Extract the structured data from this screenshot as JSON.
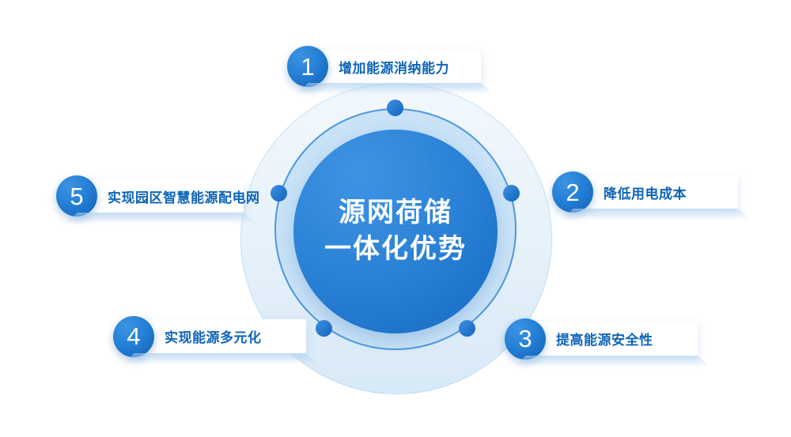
{
  "diagram": {
    "title": "源网荷储一体化优势",
    "center": {
      "line1": "源网荷储",
      "line2": "一体化优势"
    },
    "items": [
      {
        "number": "1",
        "label": "增加能源消纳能力"
      },
      {
        "number": "2",
        "label": "降低用电成本"
      },
      {
        "number": "3",
        "label": "提高能源安全性"
      },
      {
        "number": "4",
        "label": "实现能源多元化"
      },
      {
        "number": "5",
        "label": "实现园区智慧能源配电网"
      }
    ],
    "colors": {
      "core_blue_top": "#3f93e3",
      "core_blue_bottom": "#156ac2",
      "ring_stroke": "#4e97de",
      "ring_band": "#c9e2f7",
      "outer_glow": "#e8f2fa",
      "label_text": "#0e65b8",
      "badge_blue": "#1a74cd",
      "card_background": "#ffffff"
    }
  }
}
